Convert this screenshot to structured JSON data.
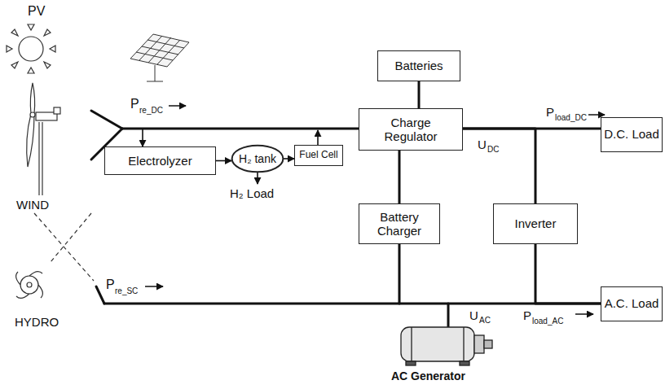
{
  "diagram": {
    "nodes": [
      {
        "text": [
          "Batteries"
        ]
      },
      {
        "text": [
          "Electrolyzer"
        ]
      },
      {
        "text": [
          "H₂ tank"
        ]
      },
      {
        "text": [
          "Fuel Cell"
        ]
      },
      {
        "text": [
          "Charge Regulator"
        ]
      },
      {
        "text": [
          "D.C. Load"
        ]
      },
      {
        "text": [
          "Battery Charger"
        ]
      },
      {
        "text": [
          "Inverter"
        ]
      },
      {
        "text": [
          "A.C. Load"
        ]
      }
    ],
    "edges": [
      {
        "from": 1,
        "to": 2,
        "arrow": "to"
      },
      {
        "from": 2,
        "to": 3,
        "arrow": "to"
      },
      {
        "from": 0,
        "to": 4,
        "arrow": "none"
      },
      {
        "from": 4,
        "to": 5,
        "arrow": "none"
      },
      {
        "from": 4,
        "to": 6,
        "arrow": "none"
      },
      {
        "from": 4,
        "to": 7,
        "arrow": "none"
      },
      {
        "from": 6,
        "to": 8,
        "arrow": "none"
      },
      {
        "from": 7,
        "to": 8,
        "arrow": "none"
      }
    ],
    "labels": [
      "PV",
      "WIND",
      "HYDRO",
      "P",
      "re_DC",
      "P",
      "re_SC",
      "H₂ Load",
      "U",
      "DC",
      "P",
      "load_DC",
      "U",
      "AC",
      "P",
      "load_AC",
      "AC Generator"
    ]
  }
}
